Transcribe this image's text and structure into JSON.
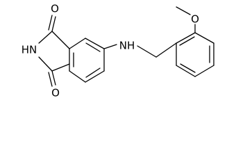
{
  "molecule": {
    "atoms": {
      "carbonyl_oxygen_top": "O",
      "carbonyl_oxygen_bottom": "O",
      "imide_nitrogen": "HN",
      "amine_nitrogen": "NH",
      "ether_oxygen": "O"
    }
  },
  "colors": {
    "bond": "#000000",
    "label": "#000000",
    "background": "#ffffff"
  }
}
